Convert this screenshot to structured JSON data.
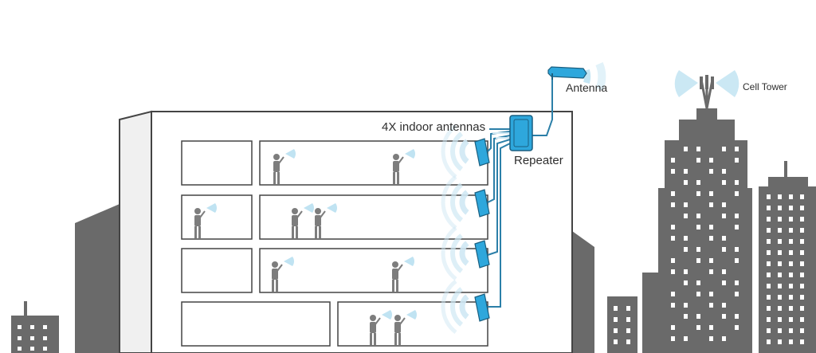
{
  "labels": {
    "indoor_antennas": "4X indoor antennas",
    "repeater": "Repeater",
    "antenna": "Antenna",
    "cell_tower": "Cell Tower"
  },
  "colors": {
    "equipment_blue": "#2ea7dc",
    "equipment_dark": "#1a5f80",
    "city_gray": "#6a6a6a",
    "building_outline": "#444444",
    "person_gray": "#7d7d7d",
    "signal_blue": "#9fd3ea",
    "cable": "#2b7fa8"
  }
}
